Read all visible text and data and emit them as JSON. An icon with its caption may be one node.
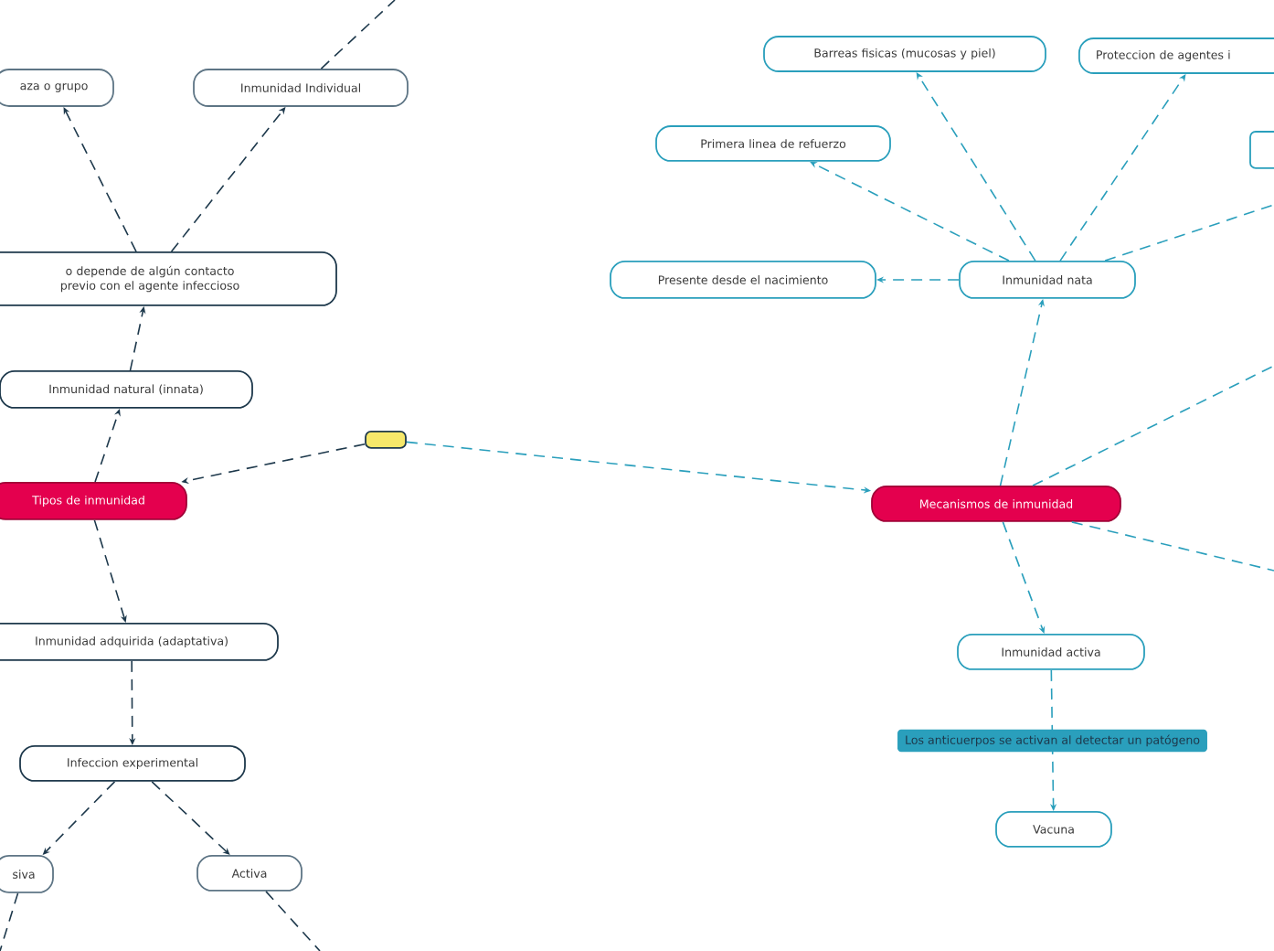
{
  "diagram": {
    "nodes": [
      {
        "text": [
          "Tipos de inmunidad"
        ]
      },
      {
        "text": [
          "Inmunidad natural (innata)"
        ]
      },
      {
        "text": [
          "o depende de algún contacto previo con el agente infeccioso"
        ]
      },
      {
        "text": [
          "aza o grupo"
        ]
      },
      {
        "text": [
          "Inmunidad Individual"
        ]
      },
      {
        "text": [
          "Inmunidad adquirida (adaptativa)"
        ]
      },
      {
        "text": [
          "Infeccion experimental"
        ]
      },
      {
        "text": [
          "siva"
        ]
      },
      {
        "text": [
          "Activa"
        ]
      },
      {
        "text": [],
        "shape": "box"
      },
      {
        "text": [
          "Mecanismos de inmunidad"
        ]
      },
      {
        "text": [
          "Inmunidad nata"
        ]
      },
      {
        "text": [
          "Presente desde el nacimiento"
        ]
      },
      {
        "text": [
          "Primera linea de refuerzo"
        ]
      },
      {
        "text": [
          "Barreas fisicas (mucosas y piel)"
        ]
      },
      {
        "text": [
          "Proteccion de agentes i"
        ]
      },
      {
        "text": [],
        "shape": "box"
      },
      {
        "text": [
          "Inmunidad activa"
        ]
      },
      {
        "text": [
          "Vacuna"
        ]
      }
    ],
    "edges": [
      {
        "from": 0,
        "to": 1,
        "arrow": "to"
      },
      {
        "from": 1,
        "to": 2,
        "arrow": "to"
      },
      {
        "from": 2,
        "to": 3,
        "arrow": "to"
      },
      {
        "from": 2,
        "to": 4,
        "arrow": "to"
      },
      {
        "from": 4,
        "to": null,
        "arrow": "none"
      },
      {
        "from": 0,
        "to": 5,
        "arrow": "to"
      },
      {
        "from": 5,
        "to": 6,
        "arrow": "to"
      },
      {
        "from": 6,
        "to": 7,
        "arrow": "to"
      },
      {
        "from": 6,
        "to": 8,
        "arrow": "to"
      },
      {
        "from": 7,
        "to": null,
        "arrow": "none"
      },
      {
        "from": 8,
        "to": null,
        "arrow": "none"
      },
      {
        "from": 9,
        "to": 0,
        "arrow": "to"
      },
      {
        "from": 9,
        "to": 10,
        "arrow": "to",
        "color": "#2a9fbc"
      },
      {
        "from": 10,
        "to": 11,
        "arrow": "to",
        "color": "#2a9fbc"
      },
      {
        "from": 11,
        "to": 12,
        "arrow": "to",
        "color": "#2a9fbc"
      },
      {
        "from": 11,
        "to": 13,
        "arrow": "to",
        "color": "#2a9fbc"
      },
      {
        "from": 11,
        "to": 14,
        "arrow": "to",
        "color": "#2a9fbc"
      },
      {
        "from": 11,
        "to": 15,
        "arrow": "to",
        "color": "#2a9fbc"
      },
      {
        "from": 11,
        "to": null,
        "arrow": "none",
        "color": "#2a9fbc"
      },
      {
        "from": 10,
        "to": null,
        "arrow": "none",
        "color": "#2a9fbc"
      },
      {
        "from": 10,
        "to": null,
        "arrow": "none",
        "color": "#2a9fbc"
      },
      {
        "from": 10,
        "to": 17,
        "arrow": "to",
        "color": "#2a9fbc"
      },
      {
        "from": 17,
        "to": 18,
        "arrow": "to",
        "color": "#2a9fbc",
        "label": "Los anticuerpos se activan al detectar un patógeno"
      }
    ]
  }
}
